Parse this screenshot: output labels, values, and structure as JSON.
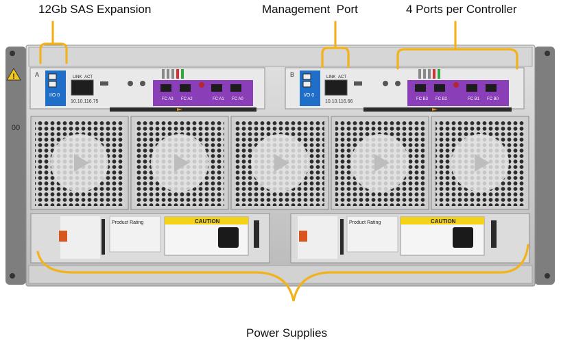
{
  "callouts": {
    "sas_expansion": "12Gb SAS Expansion",
    "management_port": "Management  Port",
    "ports_per_controller": "4 Ports per Controller",
    "power_supplies": "Power Supplies"
  },
  "chassis": {
    "side_marker": "00",
    "controller_a": {
      "letter": "A",
      "io_label": "I/O 0",
      "link_label": "LINK",
      "act_label": "ACT",
      "ip": "10.10.116.75",
      "port_labels": [
        "FC A3",
        "FC A2",
        "FC A1",
        "FC A0"
      ]
    },
    "controller_b": {
      "letter": "B",
      "io_label": "I/O 0",
      "link_label": "LINK",
      "act_label": "ACT",
      "ip": "10.10.116.66",
      "port_labels": [
        "FC B3",
        "FC B2",
        "FC B1",
        "FC B0"
      ]
    },
    "psu_left": {
      "rating_title": "Product Rating",
      "caution": "CAUTION"
    },
    "psu_right": {
      "rating_title": "Product Rating",
      "caution": "CAUTION"
    }
  },
  "colors": {
    "callout_line": "#f2b21b",
    "io_blue": "#1f6fc9",
    "fc_purple": "#8a3fb8",
    "caution_yellow": "#f4d21a",
    "chassis_gray": "#c9c9c9"
  }
}
